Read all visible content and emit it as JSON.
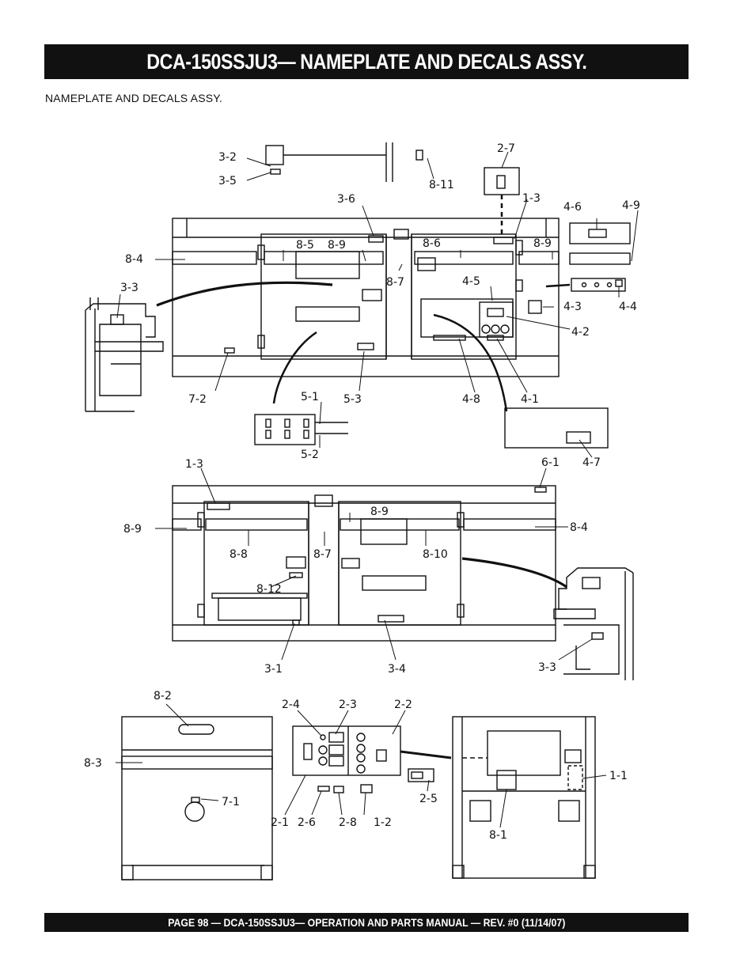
{
  "header": {
    "title": "DCA-150SSJU3— NAMEPLATE  AND DECALS ASSY."
  },
  "subtitle": "NAMEPLATE AND DECALS ASSY.",
  "footer": {
    "text": "PAGE 98 — DCA-150SSJU3—  OPERATION AND PARTS  MANUAL — REV. #0  (11/14/07)"
  },
  "callouts": {
    "c3_2": "3-2",
    "c3_5": "3-5",
    "c8_11": "8-11",
    "c2_7": "2-7",
    "c1_3a": "1-3",
    "c3_6": "3-6",
    "c4_6": "4-6",
    "c4_9": "4-9",
    "c8_4a": "8-4",
    "c8_5": "8-5",
    "c8_9a": "8-9",
    "c8_6": "8-6",
    "c8_9b": "8-9",
    "c8_7a": "8-7",
    "c4_5": "4-5",
    "c3_3a": "3-3",
    "c4_3": "4-3",
    "c4_4": "4-4",
    "c4_2": "4-2",
    "c7_2": "7-2",
    "c5_3": "5-3",
    "c4_8": "4-8",
    "c4_1": "4-1",
    "c5_1": "5-1",
    "c5_2": "5-2",
    "c4_7": "4-7",
    "c1_3b": "1-3",
    "c6_1": "6-1",
    "c8_9c": "8-9",
    "c8_9d": "8-9",
    "c8_4b": "8-4",
    "c8_8": "8-8",
    "c8_7b": "8-7",
    "c8_10": "8-10",
    "c8_12": "8-12",
    "c3_1": "3-1",
    "c3_4": "3-4",
    "c3_3b": "3-3",
    "c8_2": "8-2",
    "c2_4": "2-4",
    "c2_3": "2-3",
    "c2_2": "2-2",
    "c8_3": "8-3",
    "c7_1": "7-1",
    "c1_1": "1-1",
    "c2_5": "2-5",
    "c2_1": "2-1",
    "c2_6": "2-6",
    "c2_8": "2-8",
    "c1_2": "1-2",
    "c8_1": "8-1"
  }
}
